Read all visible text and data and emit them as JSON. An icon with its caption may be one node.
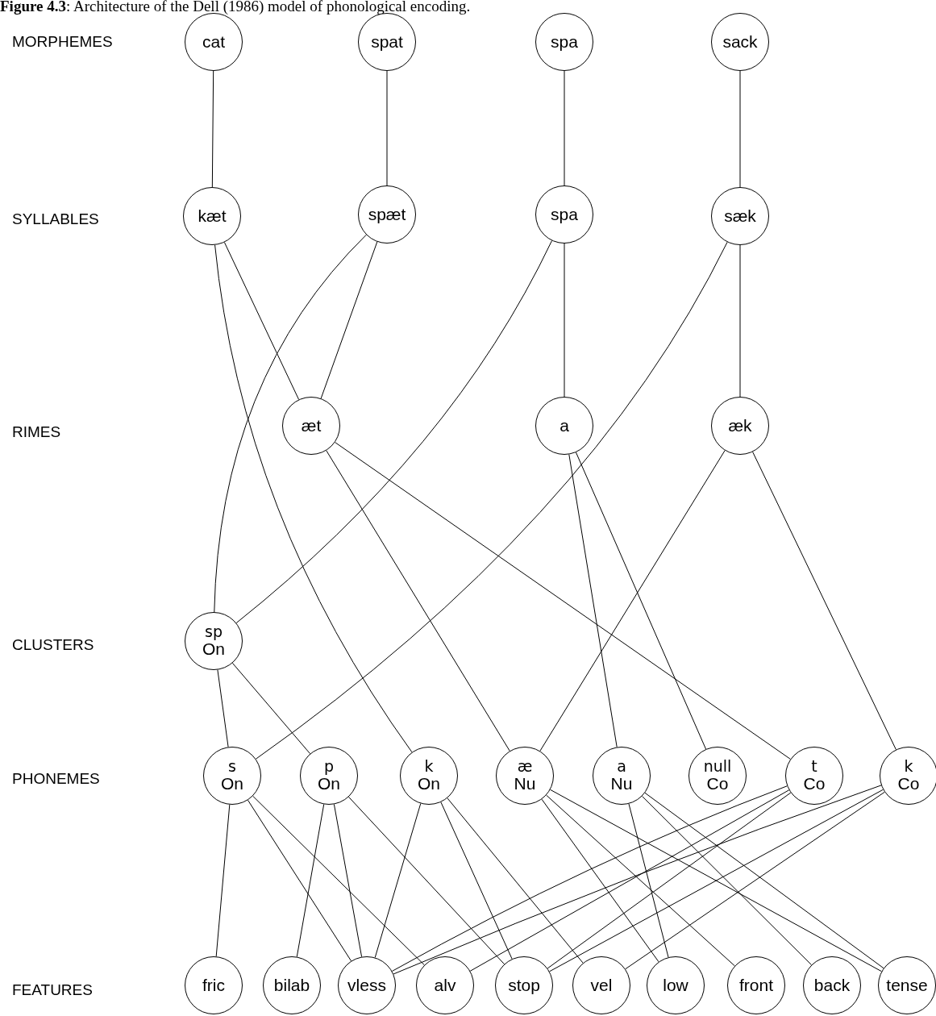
{
  "diagram": {
    "title": "**Figure 4.3**: Architecture of the Dell (1986) model of phonological encoding.",
    "nodes": [
      {
        "text": [
          "cat"
        ]
      },
      {
        "text": [
          "spat"
        ]
      },
      {
        "text": [
          "spa"
        ]
      },
      {
        "text": [
          "sack"
        ]
      },
      {
        "text": [
          "kæt"
        ]
      },
      {
        "text": [
          "spæt"
        ]
      },
      {
        "text": [
          "spa"
        ]
      },
      {
        "text": [
          "sæk"
        ]
      },
      {
        "text": [
          "æt"
        ]
      },
      {
        "text": [
          "a"
        ]
      },
      {
        "text": [
          "æk"
        ]
      },
      {
        "text": [
          "sp",
          "On"
        ]
      },
      {
        "text": [
          "s",
          "On"
        ]
      },
      {
        "text": [
          "p",
          "On"
        ]
      },
      {
        "text": [
          "k",
          "On"
        ]
      },
      {
        "text": [
          "æ",
          "Nu"
        ]
      },
      {
        "text": [
          "a",
          "Nu"
        ]
      },
      {
        "text": [
          "null",
          "Co"
        ]
      },
      {
        "text": [
          "t",
          "Co"
        ]
      },
      {
        "text": [
          "k",
          "Co"
        ]
      },
      {
        "text": [
          "fric"
        ]
      },
      {
        "text": [
          "bilab"
        ]
      },
      {
        "text": [
          "vless"
        ]
      },
      {
        "text": [
          "alv"
        ]
      },
      {
        "text": [
          "stop"
        ]
      },
      {
        "text": [
          "vel"
        ]
      },
      {
        "text": [
          "low"
        ]
      },
      {
        "text": [
          "front"
        ]
      },
      {
        "text": [
          "back"
        ]
      },
      {
        "text": [
          "tense"
        ]
      }
    ],
    "edges": [
      {
        "from": 0,
        "to": 4,
        "arrow": "none"
      },
      {
        "from": 1,
        "to": 5,
        "arrow": "none"
      },
      {
        "from": 2,
        "to": 6,
        "arrow": "none"
      },
      {
        "from": 3,
        "to": 7,
        "arrow": "none"
      },
      {
        "from": 4,
        "to": 8,
        "arrow": "none"
      },
      {
        "from": 4,
        "to": 14,
        "arrow": "none"
      },
      {
        "from": 5,
        "to": 8,
        "arrow": "none"
      },
      {
        "from": 5,
        "to": 11,
        "arrow": "none"
      },
      {
        "from": 6,
        "to": 11,
        "arrow": "none"
      },
      {
        "from": 6,
        "to": 9,
        "arrow": "none"
      },
      {
        "from": 7,
        "to": 12,
        "arrow": "none"
      },
      {
        "from": 7,
        "to": 10,
        "arrow": "none"
      },
      {
        "from": 8,
        "to": 15,
        "arrow": "none"
      },
      {
        "from": 8,
        "to": 18,
        "arrow": "none"
      },
      {
        "from": 9,
        "to": 16,
        "arrow": "none"
      },
      {
        "from": 9,
        "to": 17,
        "arrow": "none"
      },
      {
        "from": 10,
        "to": 15,
        "arrow": "none"
      },
      {
        "from": 10,
        "to": 19,
        "arrow": "none"
      },
      {
        "from": 11,
        "to": 12,
        "arrow": "none"
      },
      {
        "from": 11,
        "to": 13,
        "arrow": "none"
      },
      {
        "from": 12,
        "to": 20,
        "arrow": "none"
      },
      {
        "from": 12,
        "to": 22,
        "arrow": "none"
      },
      {
        "from": 12,
        "to": 23,
        "arrow": "none"
      },
      {
        "from": 13,
        "to": 21,
        "arrow": "none"
      },
      {
        "from": 13,
        "to": 22,
        "arrow": "none"
      },
      {
        "from": 13,
        "to": 24,
        "arrow": "none"
      },
      {
        "from": 14,
        "to": 22,
        "arrow": "none"
      },
      {
        "from": 14,
        "to": 24,
        "arrow": "none"
      },
      {
        "from": 14,
        "to": 25,
        "arrow": "none"
      },
      {
        "from": 15,
        "to": 26,
        "arrow": "none"
      },
      {
        "from": 15,
        "to": 27,
        "arrow": "none"
      },
      {
        "from": 15,
        "to": 29,
        "arrow": "none"
      },
      {
        "from": 16,
        "to": 26,
        "arrow": "none"
      },
      {
        "from": 16,
        "to": 28,
        "arrow": "none"
      },
      {
        "from": 16,
        "to": 29,
        "arrow": "none"
      },
      {
        "from": 18,
        "to": 22,
        "arrow": "none"
      },
      {
        "from": 18,
        "to": 23,
        "arrow": "none"
      },
      {
        "from": 18,
        "to": 24,
        "arrow": "none"
      },
      {
        "from": 19,
        "to": 22,
        "arrow": "none"
      },
      {
        "from": 19,
        "to": 24,
        "arrow": "none"
      },
      {
        "from": 19,
        "to": 25,
        "arrow": "none"
      }
    ],
    "labels": [
      "MORPHEMES",
      "SYLLABLES",
      "RIMES",
      "CLUSTERS",
      "PHONEMES",
      "FEATURES"
    ]
  }
}
